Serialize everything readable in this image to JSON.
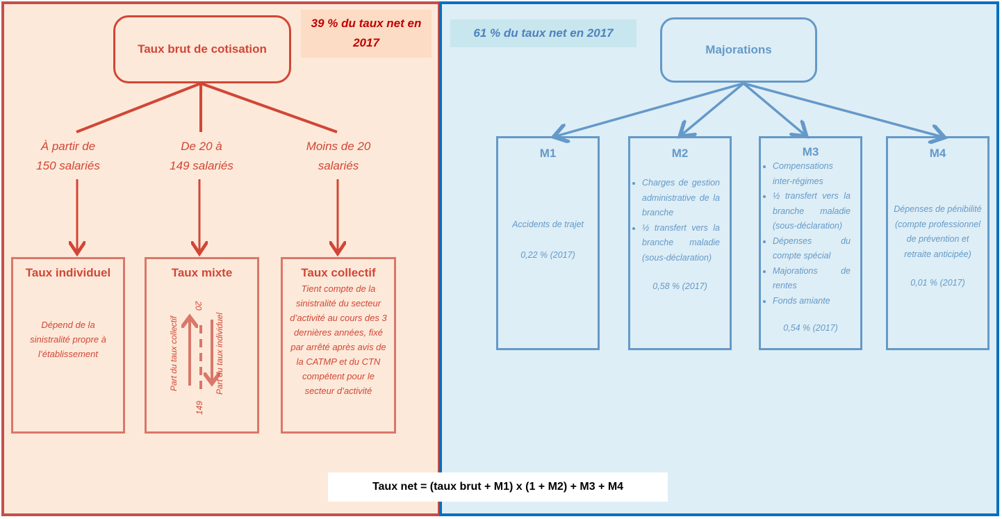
{
  "left": {
    "share_note": "39 % du taux net en 2017",
    "root": "Taux brut de cotisation",
    "categories": [
      {
        "line1": "À partir de",
        "line2": "150 salariés"
      },
      {
        "line1": "De 20 à",
        "line2": "149 salariés"
      },
      {
        "line1": "Moins de 20",
        "line2": "salariés"
      }
    ],
    "boxes": [
      {
        "title": "Taux individuel",
        "desc": "Dépend de la sinistralité propre à l’établissement"
      },
      {
        "title": "Taux mixte",
        "upper_bound": "20",
        "lower_bound": "149",
        "left_arrow_label": "Part du taux collectif",
        "right_arrow_label": "Part du taux individuel"
      },
      {
        "title": "Taux collectif",
        "desc": "Tient compte de la sinistralité du secteur d’activité au cours des 3 dernières années, fixé par arrêté après avis de la CATMP et du CTN compétent pour le secteur d’activité"
      }
    ],
    "colors": {
      "accent": "#d14636",
      "panel_bg": "#fde9d9",
      "border": "#c0504d"
    }
  },
  "right": {
    "share_note": "61 % du taux net en 2017",
    "root": "Majorations",
    "boxes": [
      {
        "title": "M1",
        "desc": "Accidents de trajet",
        "value": "0,22 % (2017)"
      },
      {
        "title": "M2",
        "items": [
          "Charges de gestion administrative de la branche",
          "½ transfert vers la branche maladie (sous-déclaration)"
        ],
        "value": "0,58 % (2017)"
      },
      {
        "title": "M3",
        "items": [
          "Compensations inter-régimes",
          "½ transfert vers la branche maladie (sous-déclaration)",
          "Dépenses du compte spécial",
          "Majorations de rentes",
          "Fonds amiante"
        ],
        "value": "0,54 % (2017)"
      },
      {
        "title": "M4",
        "desc": "Dépenses de pénibilité (compte professionnel de prévention et retraite anticipée)",
        "value": "0,01 % (2017)"
      }
    ],
    "colors": {
      "accent": "#6499c8",
      "panel_bg": "#deeef6",
      "border": "#0070c0"
    }
  },
  "formula": "Taux net = (taux brut + M1) x (1 + M2) + M3 + M4"
}
